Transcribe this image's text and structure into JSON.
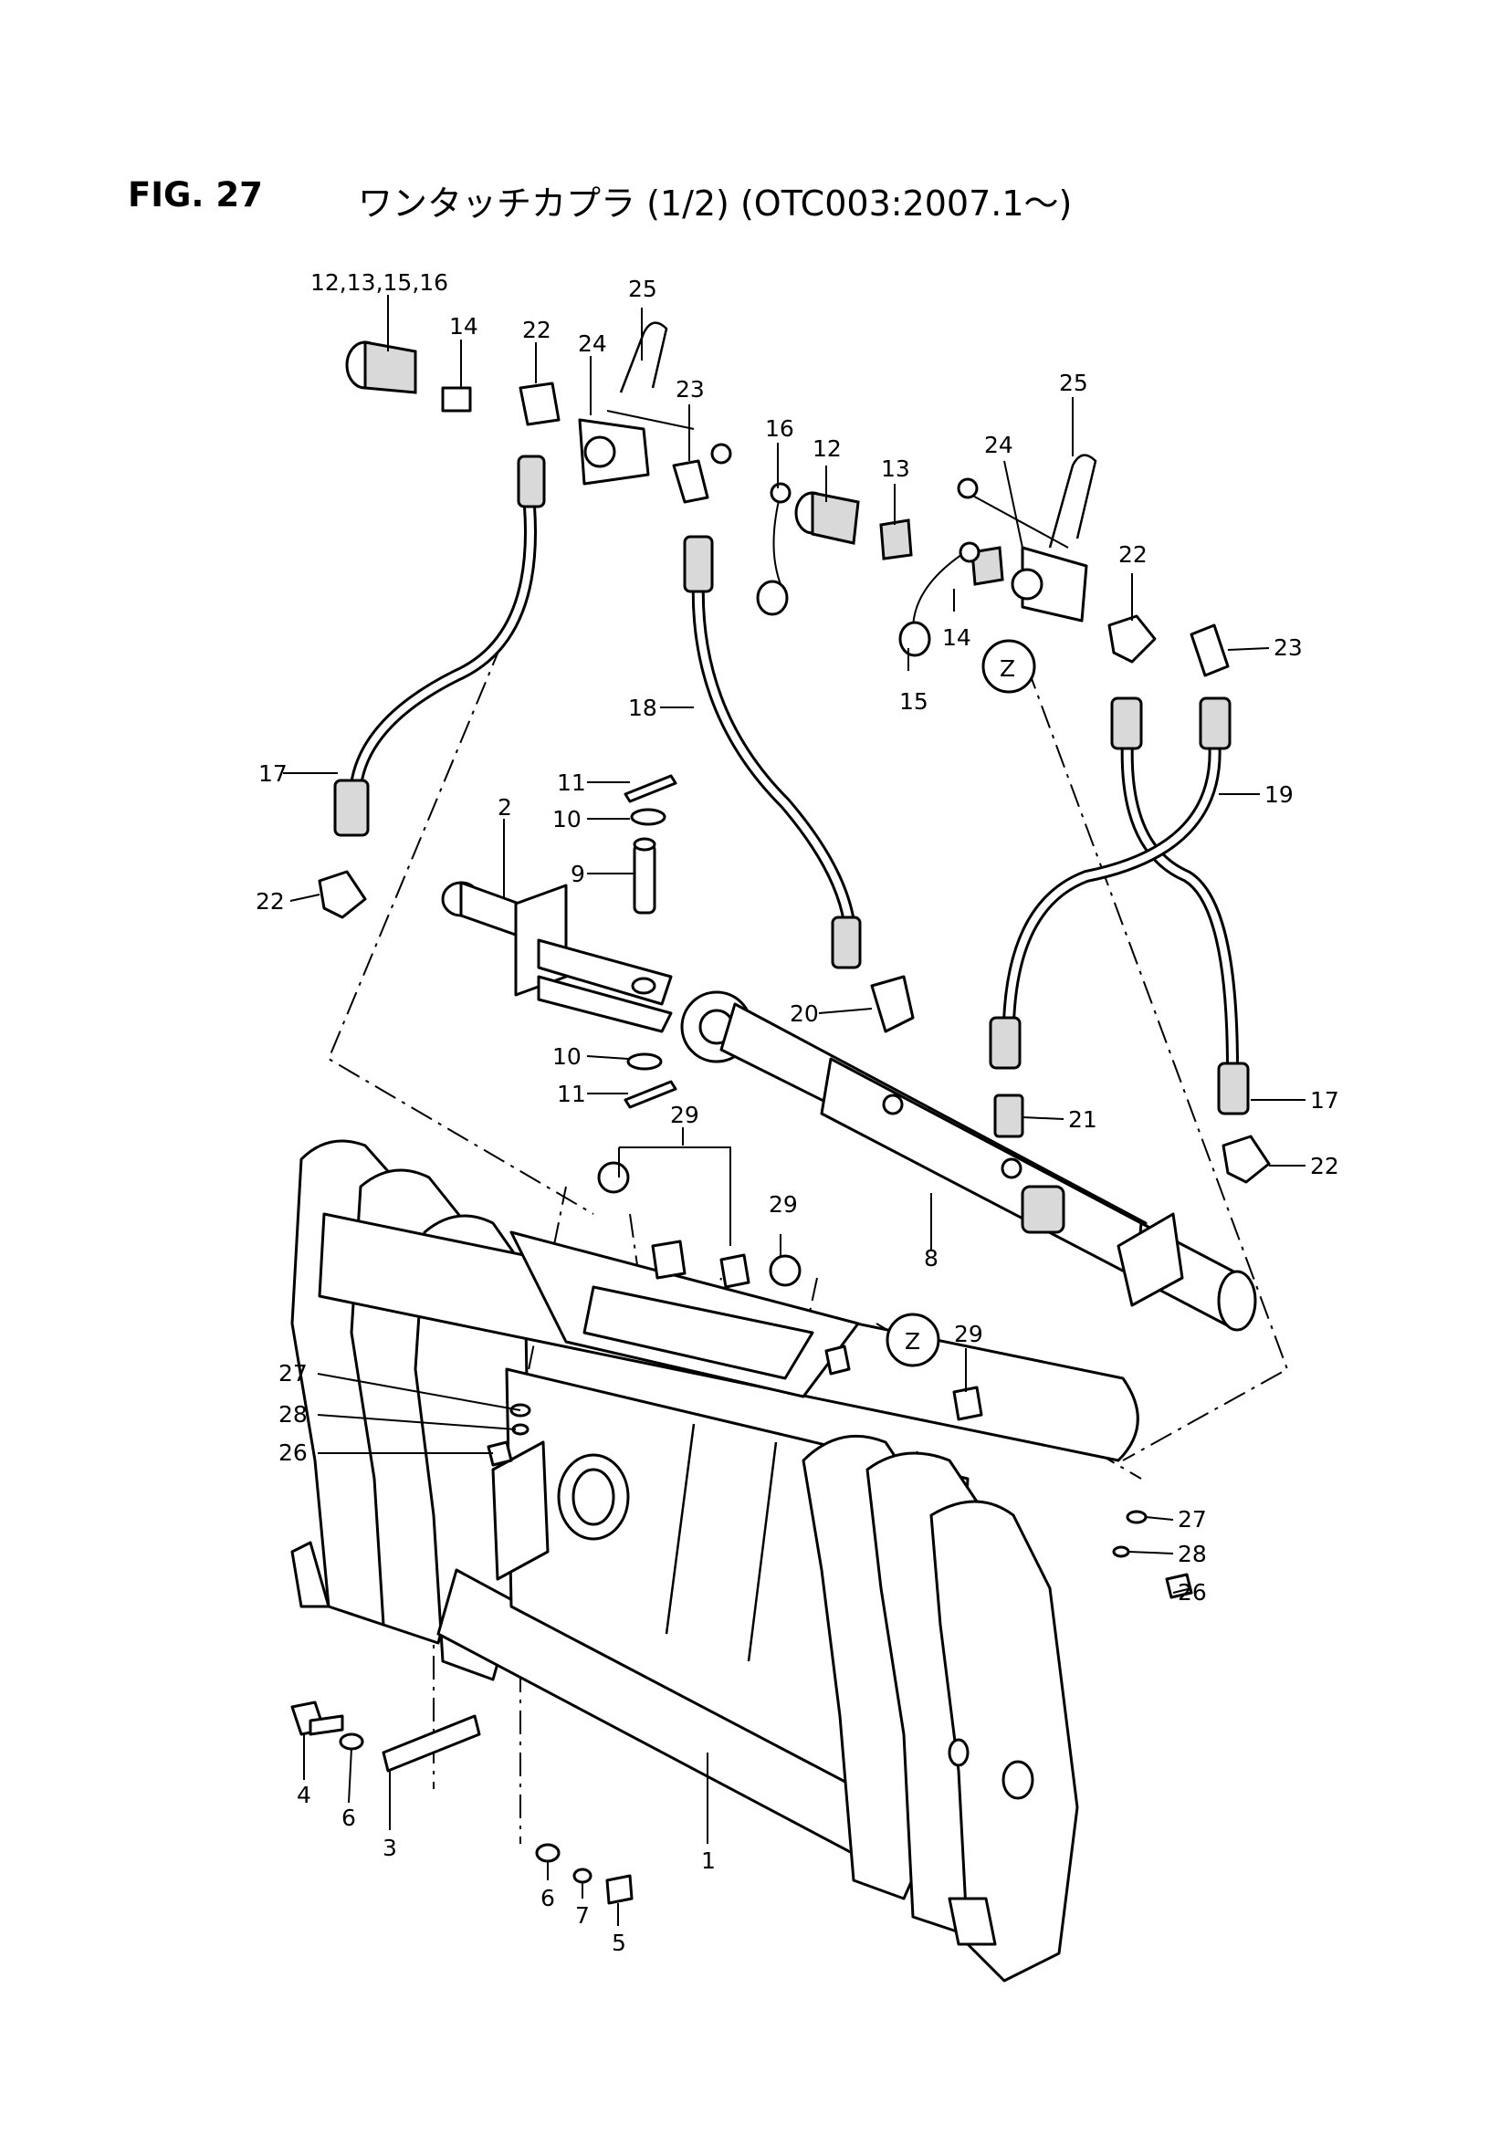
{
  "figure": {
    "number": "FIG. 27",
    "name": "ワンタッチカプラ (1/2) (OTC003:2007.1～)"
  },
  "callouts": [
    {
      "id": "c-12-13-15-16",
      "label": "12,13,15,16"
    },
    {
      "id": "c-14a",
      "label": "14"
    },
    {
      "id": "c-22a",
      "label": "22"
    },
    {
      "id": "c-24a",
      "label": "24"
    },
    {
      "id": "c-25a",
      "label": "25"
    },
    {
      "id": "c-23a",
      "label": "23"
    },
    {
      "id": "c-16",
      "label": "16"
    },
    {
      "id": "c-12",
      "label": "12"
    },
    {
      "id": "c-13",
      "label": "13"
    },
    {
      "id": "c-24b",
      "label": "24"
    },
    {
      "id": "c-25b",
      "label": "25"
    },
    {
      "id": "c-22b",
      "label": "22"
    },
    {
      "id": "c-23b",
      "label": "23"
    },
    {
      "id": "c-14b",
      "label": "14"
    },
    {
      "id": "c-15",
      "label": "15"
    },
    {
      "id": "c-zb",
      "label": "Z"
    },
    {
      "id": "c-18",
      "label": "18"
    },
    {
      "id": "c-17a",
      "label": "17"
    },
    {
      "id": "c-11a",
      "label": "11"
    },
    {
      "id": "c-10a",
      "label": "10"
    },
    {
      "id": "c-2",
      "label": "2"
    },
    {
      "id": "c-9",
      "label": "9"
    },
    {
      "id": "c-22c",
      "label": "22"
    },
    {
      "id": "c-19",
      "label": "19"
    },
    {
      "id": "c-20",
      "label": "20"
    },
    {
      "id": "c-10b",
      "label": "10"
    },
    {
      "id": "c-11b",
      "label": "11"
    },
    {
      "id": "c-29a",
      "label": "29"
    },
    {
      "id": "c-21",
      "label": "21"
    },
    {
      "id": "c-17b",
      "label": "17"
    },
    {
      "id": "c-22d",
      "label": "22"
    },
    {
      "id": "c-29b",
      "label": "29"
    },
    {
      "id": "c-8",
      "label": "8"
    },
    {
      "id": "c-za",
      "label": "Z"
    },
    {
      "id": "c-29c",
      "label": "29"
    },
    {
      "id": "c-27a",
      "label": "27"
    },
    {
      "id": "c-28a",
      "label": "28"
    },
    {
      "id": "c-26a",
      "label": "26"
    },
    {
      "id": "c-27b",
      "label": "27"
    },
    {
      "id": "c-28b",
      "label": "28"
    },
    {
      "id": "c-26b",
      "label": "26"
    },
    {
      "id": "c-4",
      "label": "4"
    },
    {
      "id": "c-6a",
      "label": "6"
    },
    {
      "id": "c-3",
      "label": "3"
    },
    {
      "id": "c-1",
      "label": "1"
    },
    {
      "id": "c-6b",
      "label": "6"
    },
    {
      "id": "c-7",
      "label": "7"
    },
    {
      "id": "c-5",
      "label": "5"
    }
  ]
}
